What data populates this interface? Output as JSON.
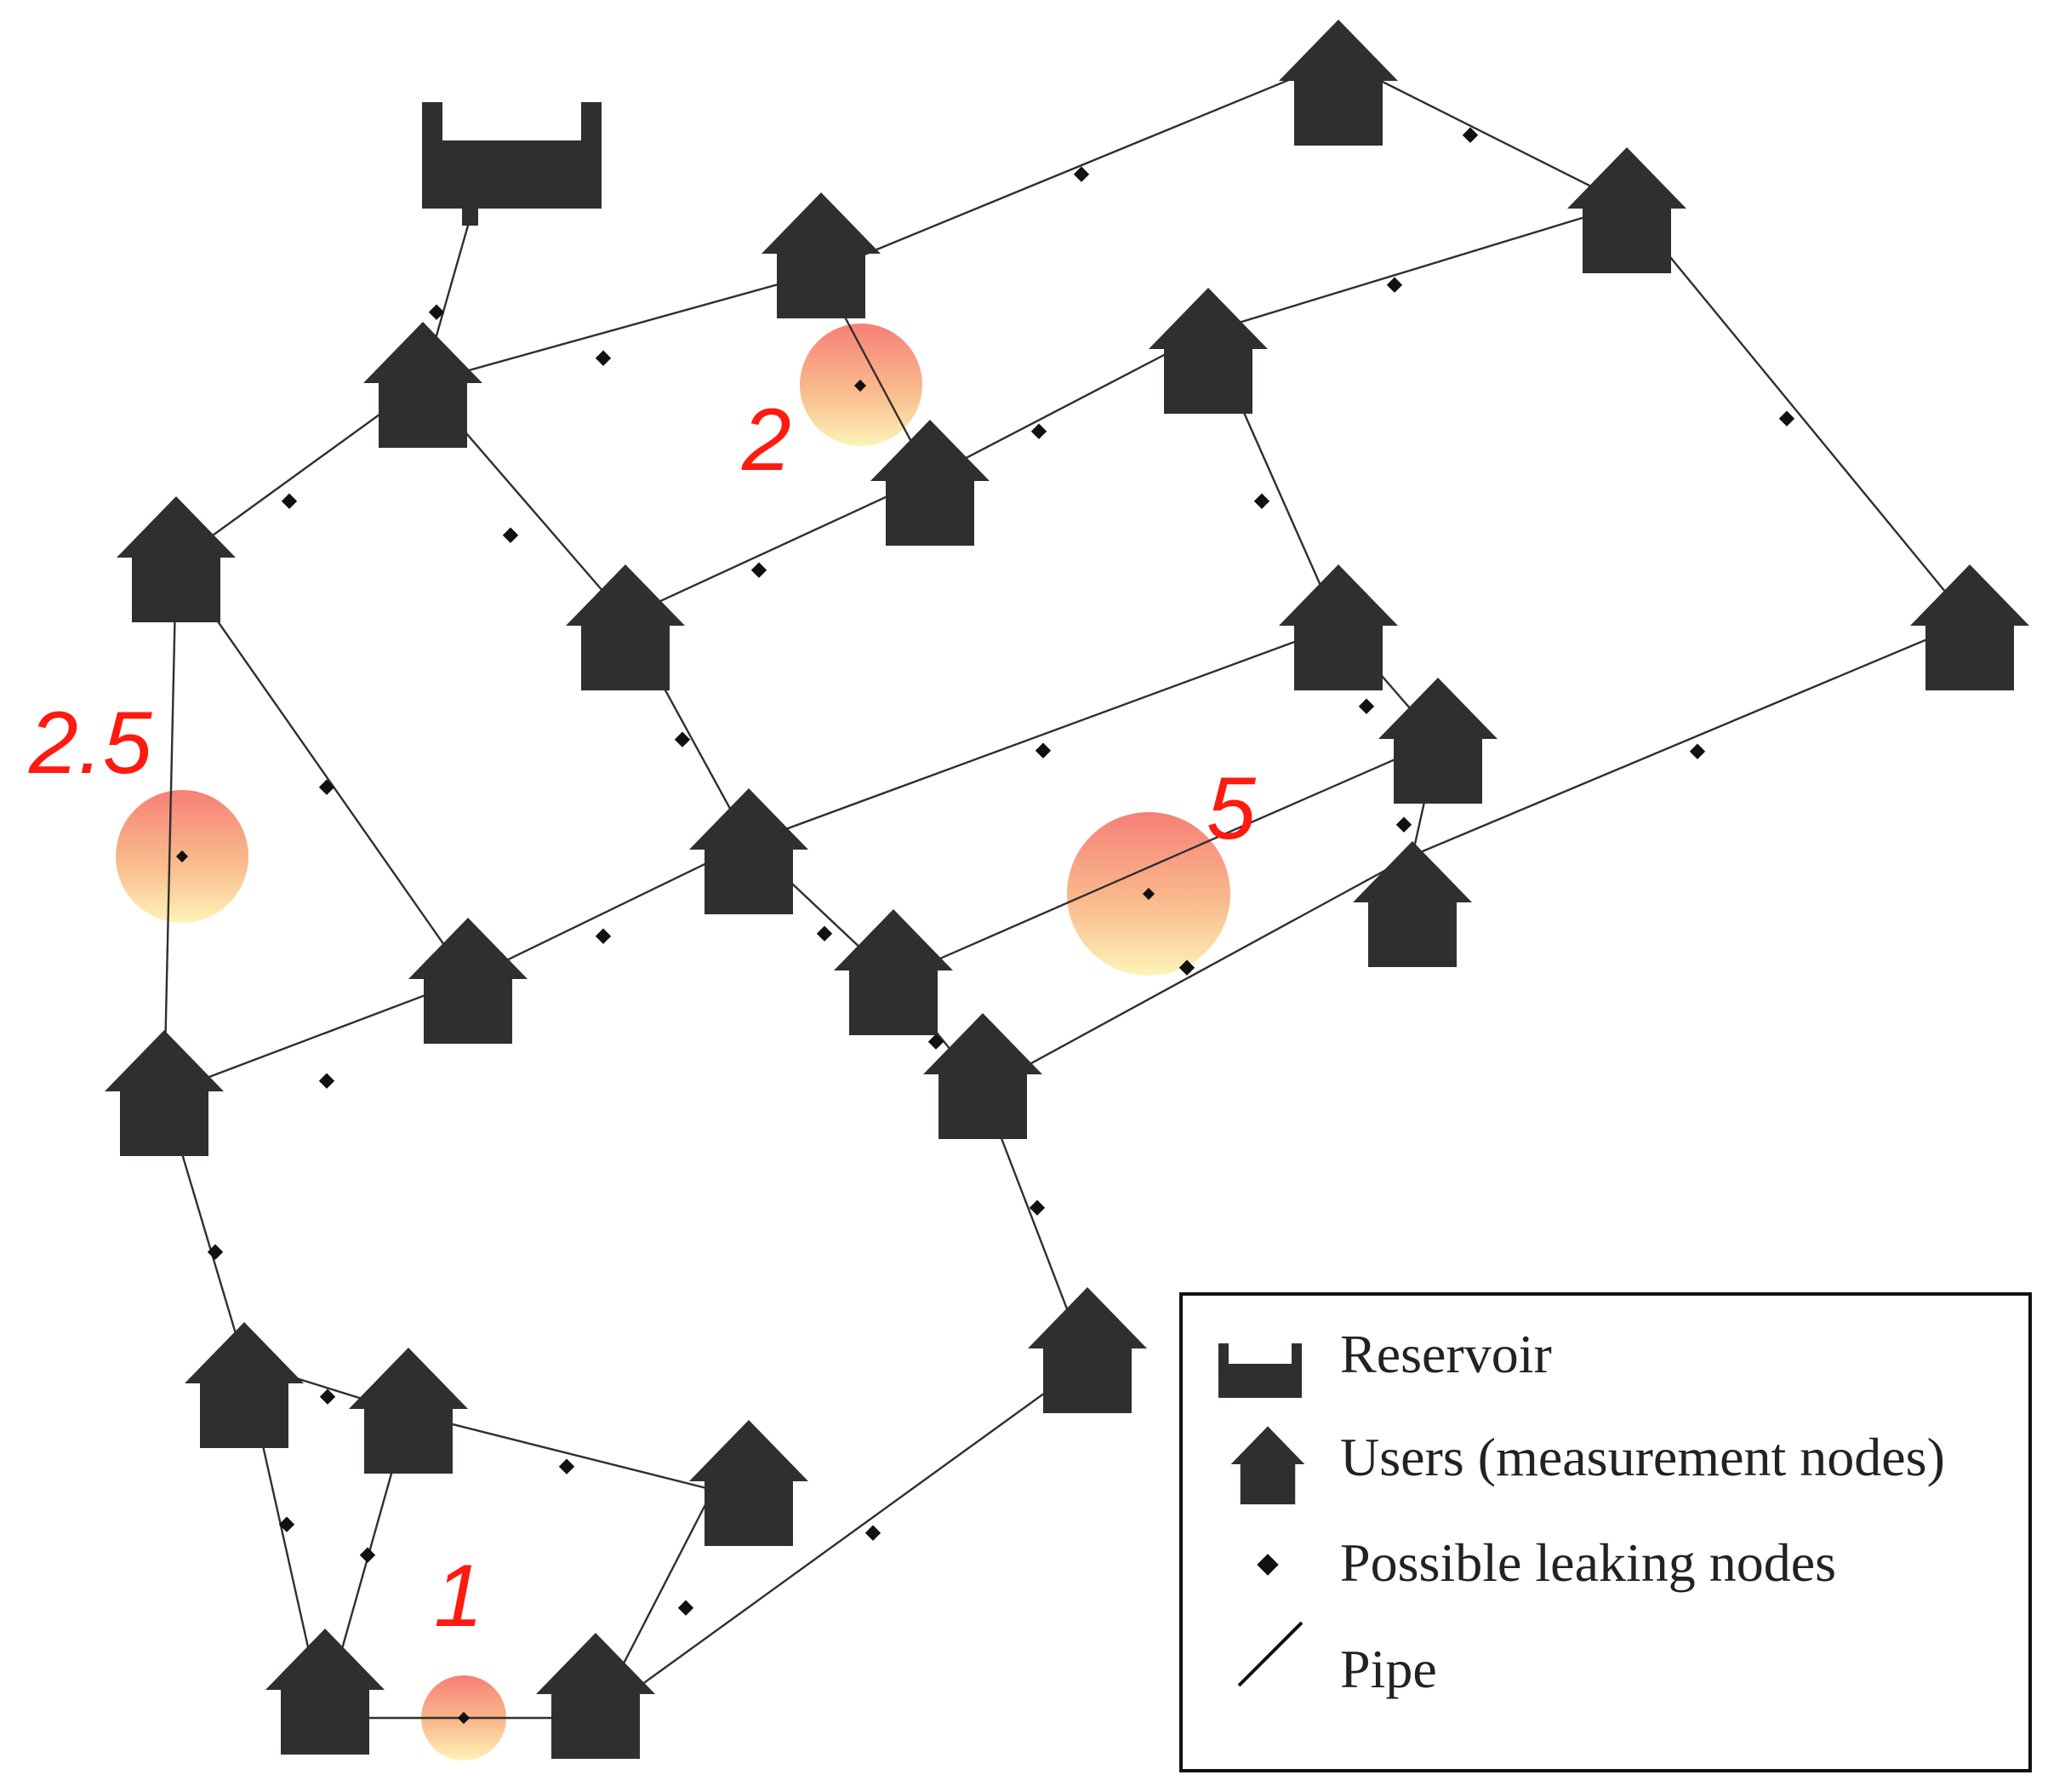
{
  "legend": {
    "reservoir": "Reservoir",
    "users": "Users (measurement nodes)",
    "leaking": "Possible leaking nodes",
    "pipe": "Pipe"
  },
  "leak_labels": {
    "a": "2",
    "b": "2.5",
    "c": "5",
    "d": "1"
  },
  "colors": {
    "house": "#2e302e",
    "leak_label": "#ff1a10",
    "leak_glow_top": "#f77a6a",
    "leak_glow_bottom": "#fdf3b0",
    "pipe": "#2f2f2f"
  }
}
